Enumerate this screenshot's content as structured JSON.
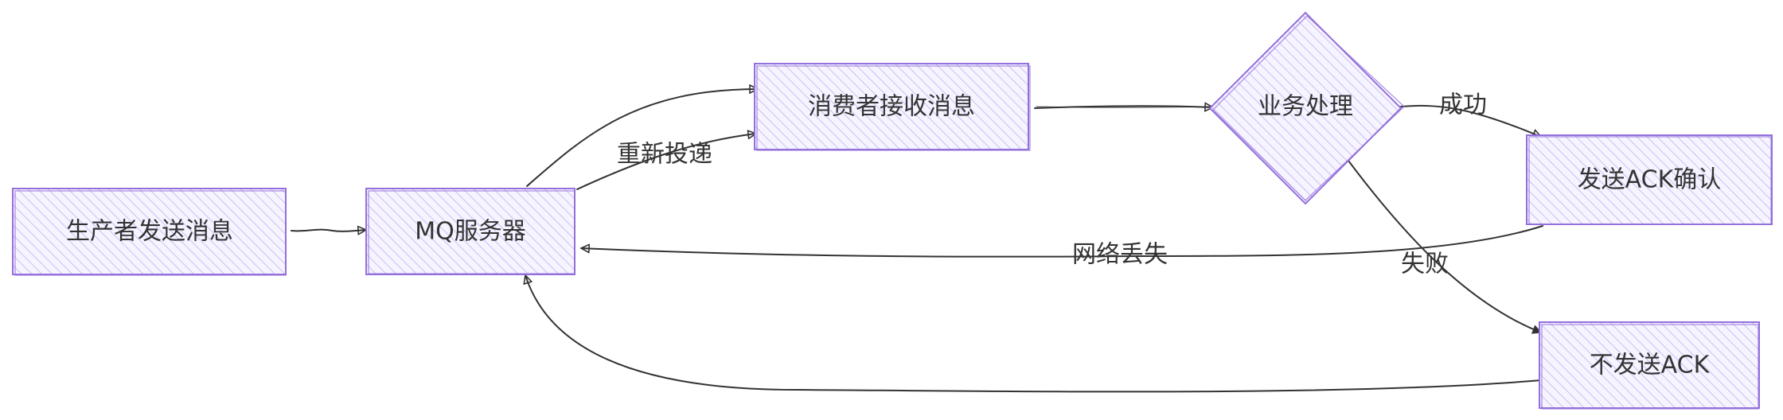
{
  "nodes": {
    "producer": "生产者发送消息",
    "mq": "MQ服务器",
    "consumer": "消费者接收消息",
    "business": "业务处理",
    "ack": "发送ACK确认",
    "no_ack": "不发送ACK"
  },
  "edges": {
    "redeliver": "重新投递",
    "success": "成功",
    "failure": "失败",
    "network_lost": "网络丢失"
  },
  "colors": {
    "node_fill": "#ECECFF",
    "node_stroke": "#9370DB",
    "edge": "#333333"
  }
}
